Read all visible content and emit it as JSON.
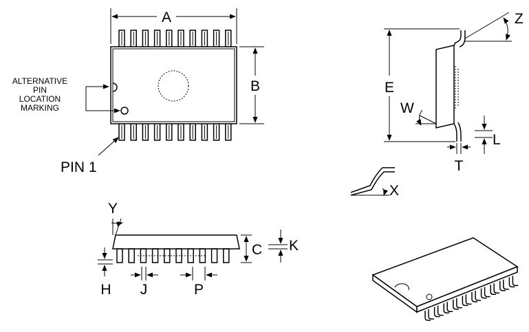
{
  "labels": {
    "a": "A",
    "b": "B",
    "c": "C",
    "e": "E",
    "h": "H",
    "j": "J",
    "k": "K",
    "l": "L",
    "p": "P",
    "t": "T",
    "w": "W",
    "x": "X",
    "y": "Y",
    "z": "Z",
    "pin1": "PIN 1"
  },
  "marking_note": {
    "line1": "ALTERNATIVE",
    "line2": "PIN",
    "line3": "LOCATION",
    "line4": "MARKING"
  },
  "pins_per_side": 10
}
